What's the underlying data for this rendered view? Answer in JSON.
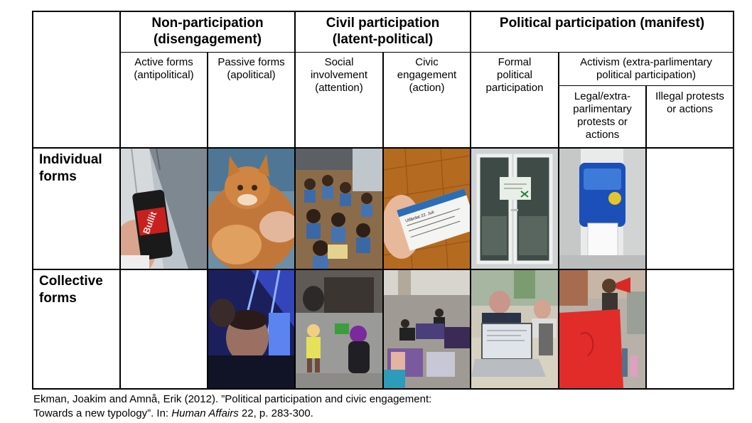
{
  "headers": {
    "non_participation": [
      "Non-participation",
      "(disengagement)"
    ],
    "civil_participation": [
      "Civil participation",
      "(latent-political)"
    ],
    "political_participation": "Political participation (manifest)"
  },
  "subheaders": {
    "active_forms": [
      "Active forms",
      "(antipolitical)"
    ],
    "passive_forms": [
      "Passive forms",
      "(apolitical)"
    ],
    "social_involvement": [
      "Social",
      "involvement",
      "(attention)"
    ],
    "civic_engagement": [
      "Civic",
      "engagement",
      "(action)"
    ],
    "formal_political": [
      "Formal",
      "political",
      "participation"
    ],
    "activism": [
      "Activism (extra-parlimentary",
      "political participation)"
    ],
    "legal_protests": [
      "Legal/extra-",
      "parlimentary",
      "protests or",
      "actions"
    ],
    "illegal_protests": [
      "Illegal protests",
      "or actions"
    ]
  },
  "rows": {
    "individual": [
      "Individual",
      "forms"
    ],
    "collective": [
      "Collective",
      "forms"
    ]
  },
  "photos": {
    "individual": [
      {
        "icon": "energy-drink-can-photo",
        "label": "Bullit"
      },
      {
        "icon": "cat-photo"
      },
      {
        "icon": "schoolchildren-photo"
      },
      {
        "icon": "ticket-photo",
        "label": "Utfärdat 22. Juli"
      },
      {
        "icon": "polling-station-door-photo"
      },
      {
        "icon": "towel-dispenser-sticker-photo"
      },
      null
    ],
    "collective": [
      null,
      {
        "icon": "concert-selfie-photo"
      },
      {
        "icon": "children-playing-photo"
      },
      {
        "icon": "street-posters-photo"
      },
      {
        "icon": "meeting-laptop-photo"
      },
      {
        "icon": "megaphone-protest-photo"
      },
      null
    ]
  },
  "citation": {
    "line1": "Ekman, Joakim and Amnå, Erik (2012). ”Political participation and civic engagement:",
    "line2_prefix": "Towards a new typology”. In: ",
    "line2_italic": "Human Affairs",
    "line2_suffix": " 22, p. 283-300."
  },
  "colors": {
    "border": "#000000",
    "background": "#ffffff"
  }
}
